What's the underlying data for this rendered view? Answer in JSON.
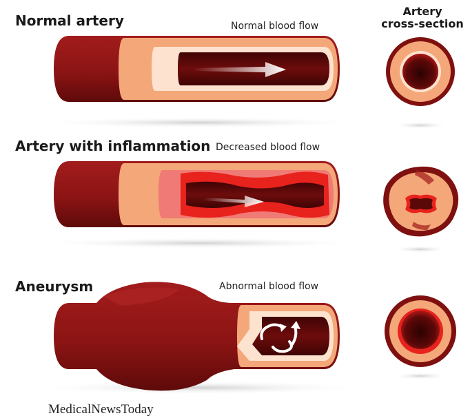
{
  "panels": [
    {
      "title": "Normal artery",
      "flow_label": "Normal blood flow"
    },
    {
      "title": "Artery with inflammation",
      "flow_label": "Decreased blood flow"
    },
    {
      "title": "Aneurysm",
      "flow_label": "Abnormal blood flow"
    }
  ],
  "cross_section": {
    "title_line1": "Artery",
    "title_line2": "cross-section"
  },
  "watermark": "MedicalNewsToday",
  "colors": {
    "outer_wall": "#8c1414",
    "outer_wall_dark": "#6a0c0c",
    "middle_layer": "#f4a779",
    "inner_lining": "#fde2cf",
    "lumen": "#5a0808",
    "inflamed": "#e8221c",
    "arrow": "#ffffff"
  }
}
